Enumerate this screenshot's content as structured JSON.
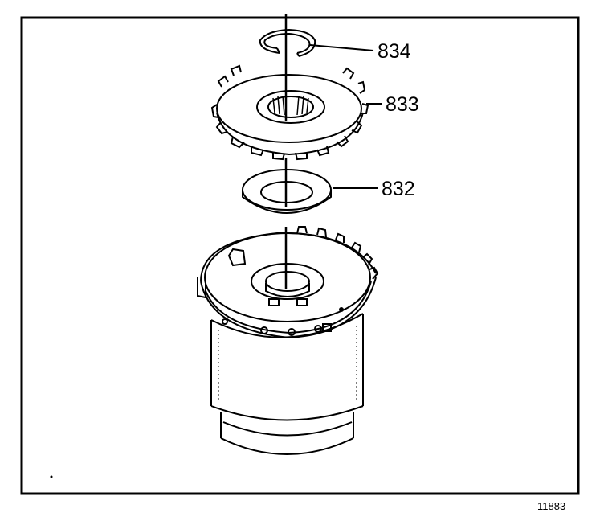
{
  "labels": {
    "snap_ring": "834",
    "bearing_race": "833",
    "washer": "832"
  },
  "figure_number": "11883",
  "colors": {
    "line": "#000000",
    "background": "#ffffff"
  }
}
